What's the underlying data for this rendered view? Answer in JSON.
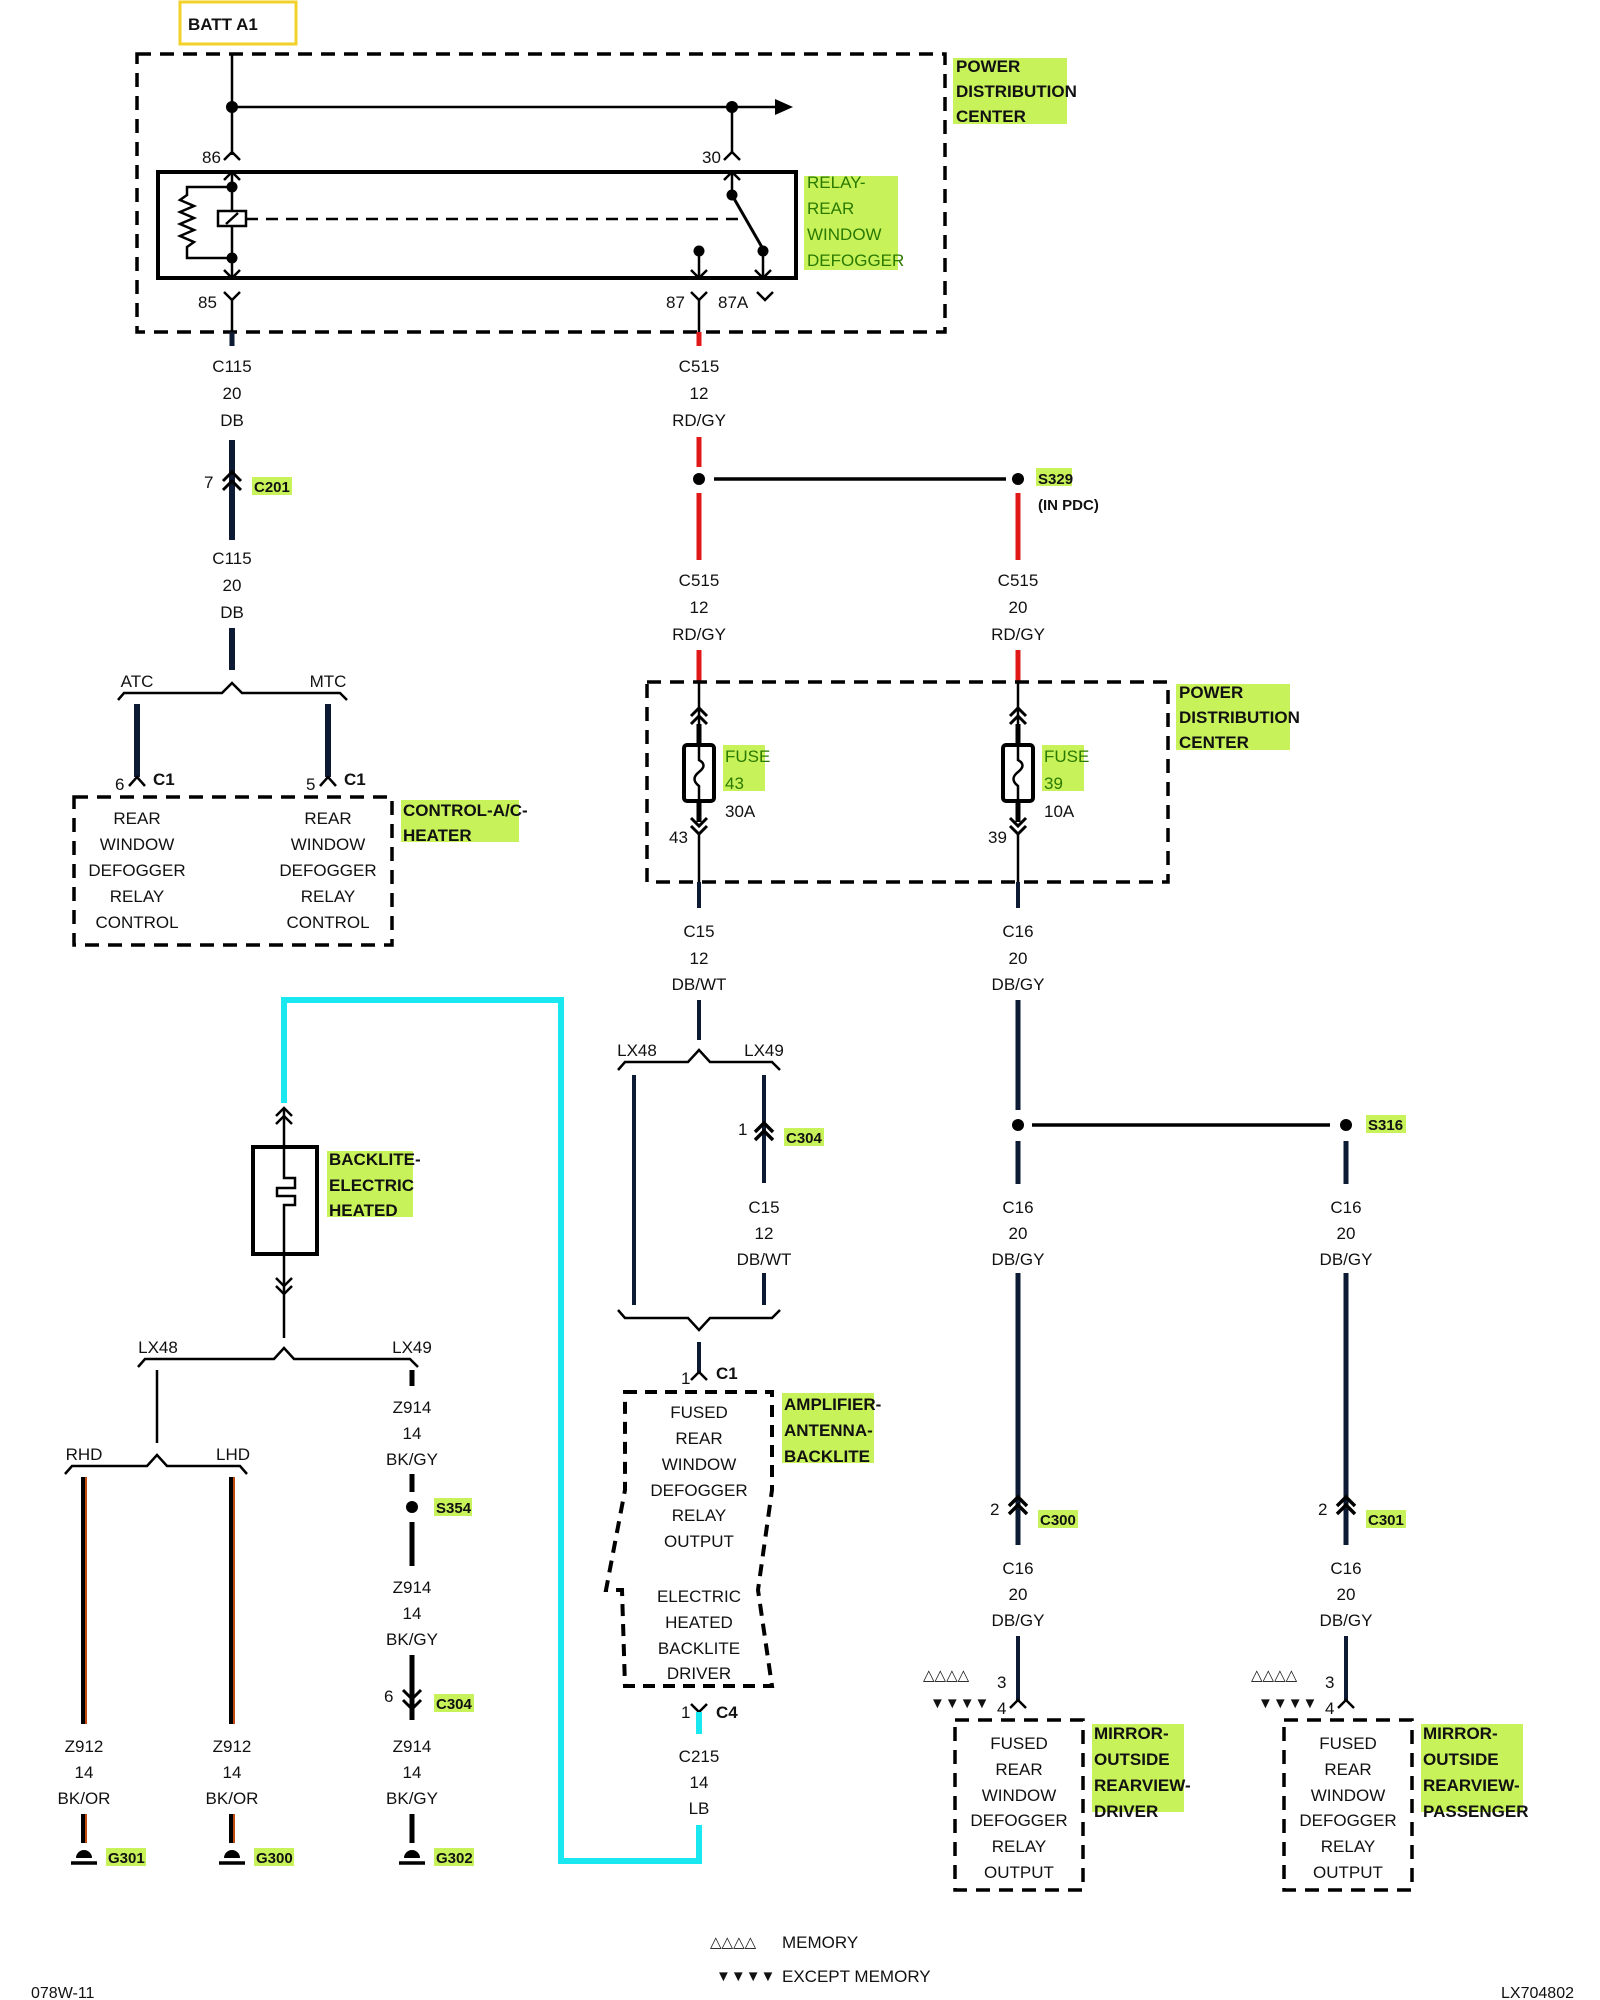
{
  "title_box": "BATT A1",
  "colors": {
    "db": "#0d1a33",
    "rd": "#e01818",
    "lb": "#19e8f0",
    "bkor": "#c24a10",
    "highlight": "#c8f25a",
    "label_green": "#2a7a00",
    "title_box_border": "#f2d22a"
  },
  "pdc_top": {
    "label": [
      "POWER",
      "DISTRIBUTION",
      "CENTER"
    ]
  },
  "relay": {
    "label": [
      "RELAY-",
      "REAR",
      "WINDOW",
      "DEFOGGER"
    ],
    "pins": {
      "p86": "86",
      "p85": "85",
      "p30": "30",
      "p87": "87",
      "p87a": "87A"
    }
  },
  "wires": {
    "c115_a": [
      "C115",
      "20",
      "DB"
    ],
    "c115_b": [
      "C115",
      "20",
      "DB"
    ],
    "c515_a": [
      "C515",
      "12",
      "RD/GY"
    ],
    "c515_b": [
      "C515",
      "12",
      "RD/GY"
    ],
    "c515_c": [
      "C515",
      "20",
      "RD/GY"
    ],
    "c15_a": [
      "C15",
      "12",
      "DB/WT"
    ],
    "c15_b": [
      "C15",
      "12",
      "DB/WT"
    ],
    "c16_a": [
      "C16",
      "20",
      "DB/GY"
    ],
    "c16_b": [
      "C16",
      "20",
      "DB/GY"
    ],
    "c16_c": [
      "C16",
      "20",
      "DB/GY"
    ],
    "c16_d": [
      "C16",
      "20",
      "DB/GY"
    ],
    "c16_e": [
      "C16",
      "20",
      "DB/GY"
    ],
    "c215": [
      "C215",
      "14",
      "LB"
    ],
    "z914_a": [
      "Z914",
      "14",
      "BK/GY"
    ],
    "z914_b": [
      "Z914",
      "14",
      "BK/GY"
    ],
    "z914_c": [
      "Z914",
      "14",
      "BK/GY"
    ],
    "z912_a": [
      "Z912",
      "14",
      "BK/OR"
    ],
    "z912_b": [
      "Z912",
      "14",
      "BK/OR"
    ]
  },
  "connectors": {
    "c201": {
      "name": "C201",
      "pin": "7"
    },
    "c1_atc": {
      "name": "C1",
      "pin": "6"
    },
    "c1_mtc": {
      "name": "C1",
      "pin": "5"
    },
    "c304_top": {
      "name": "C304",
      "pin": "1"
    },
    "c304_bot": {
      "name": "C304",
      "pin": "6"
    },
    "c1_amp": {
      "name": "C1",
      "pin": "1"
    },
    "c4_amp": {
      "name": "C4",
      "pin": "1"
    },
    "c300": {
      "name": "C300",
      "pin": "2"
    },
    "c301": {
      "name": "C301",
      "pin": "2"
    }
  },
  "splices": {
    "s329": "S329",
    "s329_note": "(IN PDC)",
    "s316": "S316",
    "s354": "S354"
  },
  "branches": {
    "atc": "ATC",
    "mtc": "MTC",
    "lx48_a": "LX48",
    "lx49_a": "LX49",
    "lx48_b": "LX48",
    "lx49_b": "LX49",
    "rhd": "RHD",
    "lhd": "LHD"
  },
  "hvac": {
    "label": [
      "CONTROL-A/C-",
      "HEATER"
    ],
    "left": [
      "REAR",
      "WINDOW",
      "DEFOGGER",
      "RELAY",
      "CONTROL"
    ],
    "right": [
      "REAR",
      "WINDOW",
      "DEFOGGER",
      "RELAY",
      "CONTROL"
    ]
  },
  "pdc_mid": {
    "label": [
      "POWER",
      "DISTRIBUTION",
      "CENTER"
    ]
  },
  "fuse43": {
    "label": [
      "FUSE",
      "43"
    ],
    "rating": "30A",
    "pin": "43"
  },
  "fuse39": {
    "label": [
      "FUSE",
      "39"
    ],
    "rating": "10A",
    "pin": "39"
  },
  "backlite": {
    "label": [
      "BACKLITE-",
      "ELECTRIC",
      "HEATED"
    ]
  },
  "amplifier": {
    "label": [
      "AMPLIFIER-",
      "ANTENNA-",
      "BACKLITE"
    ],
    "top": [
      "FUSED",
      "REAR",
      "WINDOW",
      "DEFOGGER",
      "RELAY",
      "OUTPUT"
    ],
    "bottom": [
      "ELECTRIC",
      "HEATED",
      "BACKLITE",
      "DRIVER"
    ]
  },
  "mirror_driver": {
    "label": [
      "MIRROR-",
      "OUTSIDE",
      "REARVIEW-",
      "DRIVER"
    ],
    "body": [
      "FUSED",
      "REAR",
      "WINDOW",
      "DEFOGGER",
      "RELAY",
      "OUTPUT"
    ],
    "pin_memory": "3",
    "pin_except": "4"
  },
  "mirror_passenger": {
    "label": [
      "MIRROR-",
      "OUTSIDE",
      "REARVIEW-",
      "PASSENGER"
    ],
    "body": [
      "FUSED",
      "REAR",
      "WINDOW",
      "DEFOGGER",
      "RELAY",
      "OUTPUT"
    ],
    "pin_memory": "3",
    "pin_except": "4"
  },
  "grounds": {
    "g301": "G301",
    "g300": "G300",
    "g302": "G302"
  },
  "legend": {
    "memory_symbol": "△△△△",
    "memory": "MEMORY",
    "except_symbol": "▼▼▼▼",
    "except": "EXCEPT MEMORY"
  },
  "footer": {
    "left": "078W-11",
    "right": "LX704802"
  }
}
